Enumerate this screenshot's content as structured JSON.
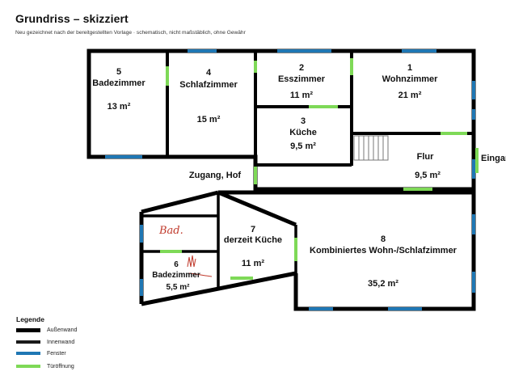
{
  "header": {
    "title": "Grundriss – skizziert",
    "subtitle": "Neu gezeichnet nach der bereitgestellten Vorlage · schematisch, nicht maßstäblich, ohne Gewähr"
  },
  "rooms": [
    {
      "number": "5",
      "name": "Badezimmer",
      "area": "13 m²"
    },
    {
      "number": "4",
      "name": "Schlafzimmer",
      "area": "15 m²"
    },
    {
      "number": "2",
      "name": "Esszimmer",
      "area": "11 m²"
    },
    {
      "number": "1",
      "name": "Wohnzimmer",
      "area": "21 m²"
    },
    {
      "number": "3",
      "name": "Küche",
      "area": "9,5 m²"
    },
    {
      "number": "",
      "name": "Flur",
      "area": "9,5 m²"
    },
    {
      "number": "7",
      "name": "derzeit Küche",
      "area": "11 m²"
    },
    {
      "number": "8",
      "name": "Kombiniertes Wohn-/Schlafzimmer",
      "area": "35,2 m²"
    },
    {
      "number": "6",
      "name": "Badezimmer",
      "area": "5,5 m²"
    }
  ],
  "labels": {
    "courtyard": "Zugang, Hof",
    "entrance": "Eingang",
    "handwritten": "Bad."
  },
  "legend": {
    "title": "Legende",
    "items": [
      {
        "label": "Außenwand",
        "color": "#000000"
      },
      {
        "label": "Innenwand",
        "color": "#1a1a1a"
      },
      {
        "label": "Fenster",
        "color": "#1f77b4"
      },
      {
        "label": "Türöffnung",
        "color": "#7ed957"
      }
    ]
  },
  "colors": {
    "wall": "#000000",
    "window": "#1f77b4",
    "door": "#7ed957",
    "annotation": "#c0392b"
  }
}
